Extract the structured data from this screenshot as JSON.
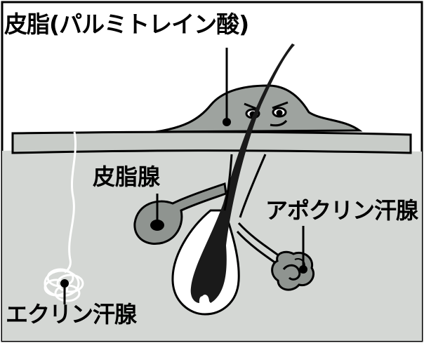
{
  "labels": {
    "title": "皮脂(パルミトレイン酸)",
    "sebaceous_gland": "皮脂腺",
    "apocrine_gland": "アポクリン汗腺",
    "eccrine_gland": "エクリン汗腺"
  },
  "colors": {
    "dermis": "#d4d7d4",
    "skin_surface_band": "#c8ccc8",
    "sebum_blob": "#9ea39f",
    "gland": "#8f9490",
    "hair": "#1a1a1a",
    "outline": "#000000"
  },
  "icons": {
    "sebum_character": "angry-face-blob",
    "eccrine_coil": "coiled-tube",
    "apocrine_coil": "coiled-gland"
  }
}
